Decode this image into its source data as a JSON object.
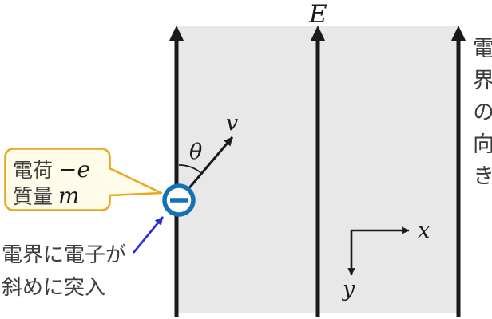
{
  "field": {
    "label": "E",
    "caption_vertical": "電界の向き"
  },
  "vectors": {
    "velocity_label": "v",
    "angle_label": "θ"
  },
  "axes": {
    "x_label": "x",
    "y_label": "y"
  },
  "electron_callout": {
    "line1_label": "電荷",
    "line1_value": "−e",
    "line2_label": "質量",
    "line2_value": "m"
  },
  "entry_note": {
    "line1": "電界に電子が",
    "line2": "斜めに突入"
  },
  "icons": {
    "electron": "minus-in-circle-icon",
    "field_arrows": "up-arrow-icon",
    "pointer": "blue-arrow-icon"
  },
  "colors": {
    "field_fill": "#e8e8e8",
    "ink": "#1a1a1a",
    "electron_blue": "#1272b4",
    "callout_border": "#e9a820",
    "callout_fill": "#fffdea",
    "pointer_blue": "#2a2ad6",
    "text_gray": "#3f3f3f"
  }
}
